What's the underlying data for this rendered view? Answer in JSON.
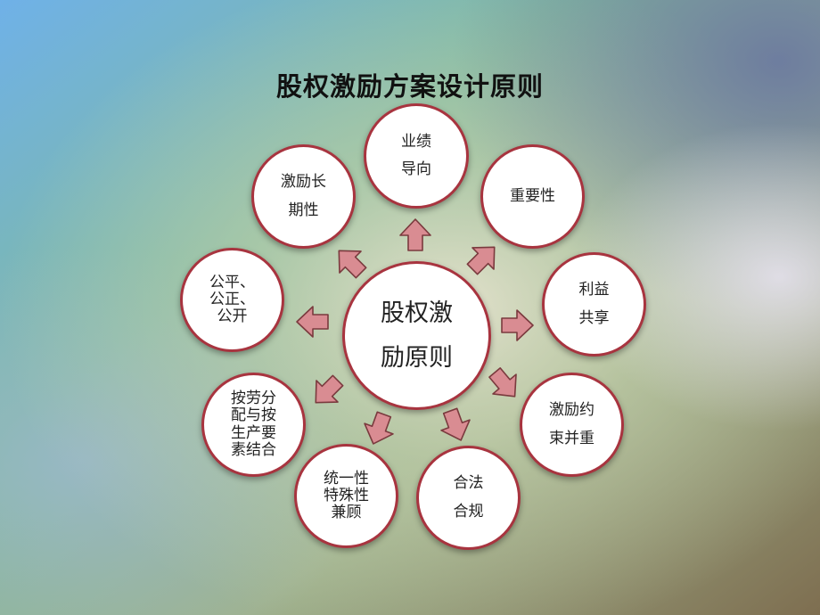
{
  "title": "股权激励方案设计原则",
  "colors": {
    "node_border": "#a8343f",
    "arrow_fill": "#d98c92",
    "arrow_stroke": "#7a3a3e"
  },
  "center": {
    "label": "股权激\n励原则"
  },
  "nodes": [
    {
      "id": "performance",
      "label": "业绩\n导向"
    },
    {
      "id": "importance",
      "label": "重要性"
    },
    {
      "id": "benefit-sharing",
      "label": "利益\n共享"
    },
    {
      "id": "incentive-constraint",
      "label": "激励约\n束并重"
    },
    {
      "id": "legal-compliance",
      "label": "合法\n合规"
    },
    {
      "id": "unity-specificity",
      "label": "统一性\n特殊性\n兼顾"
    },
    {
      "id": "distribution",
      "label": "按劳分\n配与按\n生产要\n素结合"
    },
    {
      "id": "fairness",
      "label": "公平、\n公正、\n公开"
    },
    {
      "id": "long-term",
      "label": "激励长\n期性"
    }
  ]
}
